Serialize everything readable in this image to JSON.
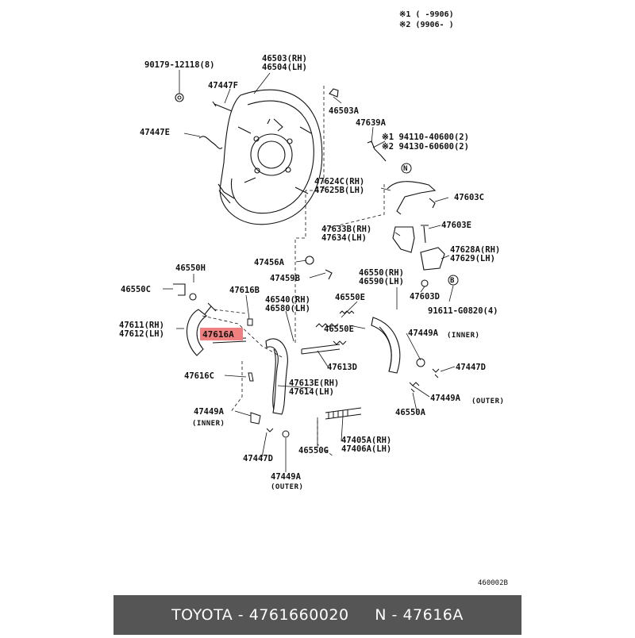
{
  "notes": [
    "※1 (        -9906)",
    "※2 (9906-       )"
  ],
  "callouts": {
    "c90179": "90179-12118(8)",
    "c46503": "46503(RH)",
    "c46504": "46504(LH)",
    "c47447F": "47447F",
    "c46503A": "46503A",
    "c47447E": "47447E",
    "c47639A": "47639A",
    "c94110": "※1 94110-40600(2)",
    "c94130": "※2 94130-60600(2)",
    "c47624C": "47624C(RH)",
    "c47625B": "47625B(LH)",
    "c47603C": "47603C",
    "c47603E": "47603E",
    "c47633B": "47633B(RH)",
    "c47634": "47634(LH)",
    "c47628A": "47628A(RH)",
    "c47629": "47629(LH)",
    "c46550H": "46550H",
    "c47456A": "47456A",
    "c47459B": "47459B",
    "c46550C": "46550C",
    "c47616B": "47616B",
    "c46550": "46550(RH)",
    "c46590": "46590(LH)",
    "c47603D": "47603D",
    "c91611": "91611-G0820(4)",
    "c46540": "46540(RH)",
    "c46580": "46580(LH)",
    "c46550E1": "46550E",
    "c47611": "47611(RH)",
    "c47612": "47612(LH)",
    "c47616A": "47616A",
    "c46550E2": "46550E",
    "c47449A_r1": "47449A",
    "inner_r": "(INNER)",
    "c47613D": "47613D",
    "c47447D_r": "47447D",
    "c47616C": "47616C",
    "c47613E": "47613E(RH)",
    "c47614": "47614(LH)",
    "c47449A_r2": "47449A",
    "outer_r": "(OUTER)",
    "c47449A_l1": "47449A",
    "inner_l": "(INNER)",
    "c46550A": "46550A",
    "c47405A": "47405A(RH)",
    "c47406A": "47406A(LH)",
    "c46550G": "46550G",
    "c47447D_l": "47447D",
    "c47449A_l2": "47449A",
    "outer_l": "(OUTER)",
    "figure_code": "460002B",
    "marker_n": "N",
    "marker_b": "B"
  },
  "highlight": {
    "part": "47616A",
    "color": "#f08080"
  },
  "footer": {
    "brand": "TOYOTA",
    "sep1": " - ",
    "part_number": "4761660020",
    "sep2": "     N - ",
    "ref": "47616A",
    "background": "#555555"
  }
}
